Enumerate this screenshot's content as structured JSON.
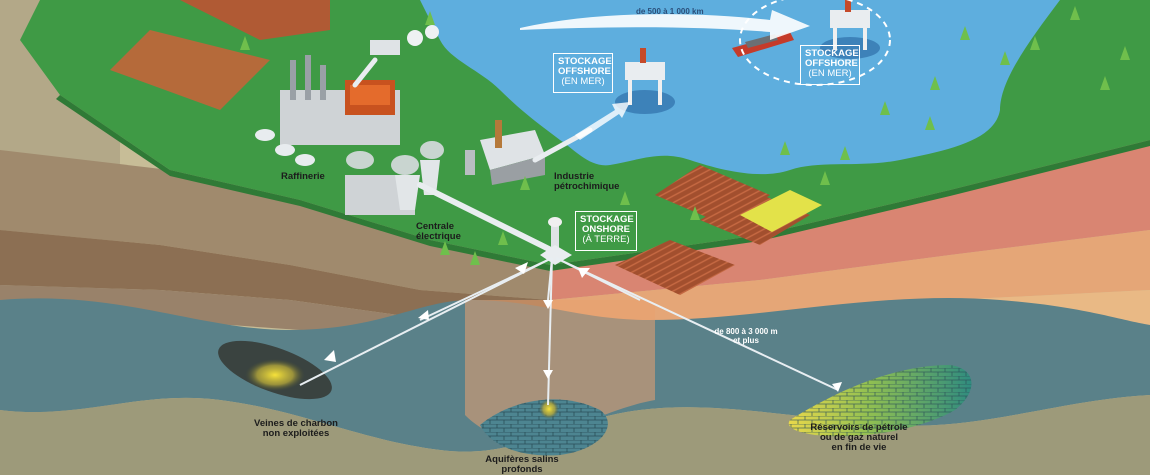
{
  "labels": {
    "raffinerie": "Raffinerie",
    "industrie": [
      "Industrie",
      "pétrochimique"
    ],
    "centrale": [
      "Centrale",
      "électrique"
    ],
    "charbon": [
      "Veines de charbon",
      "non exploitées"
    ],
    "aquiferes": [
      "Aquifères salins",
      "profonds"
    ],
    "reservoirs": [
      "Réservoirs de pétrole",
      "ou de gaz naturel",
      "en fin de vie"
    ]
  },
  "boxes": {
    "offshore1": [
      "STOCKAGE",
      "OFFSHORE",
      "(EN MER)"
    ],
    "offshore2": [
      "STOCKAGE",
      "OFFSHORE",
      "(EN MER)"
    ],
    "onshore": [
      "STOCKAGE",
      "ONSHORE",
      "(À TERRE)"
    ]
  },
  "distances": {
    "sea": "de 500 à 1 000 km",
    "depth": [
      "de 800 à 3 000 m",
      "et plus"
    ]
  },
  "colors": {
    "grass": "#3f9a45",
    "water": "#5eaede",
    "field": "#a24f2e",
    "yellow_field": "#e3e249",
    "deep_blue": "#4f7b86",
    "orange": "#e8a772",
    "salmon": "#d88370",
    "brown": "#8c6f53",
    "khaki": "#b9ad86"
  }
}
